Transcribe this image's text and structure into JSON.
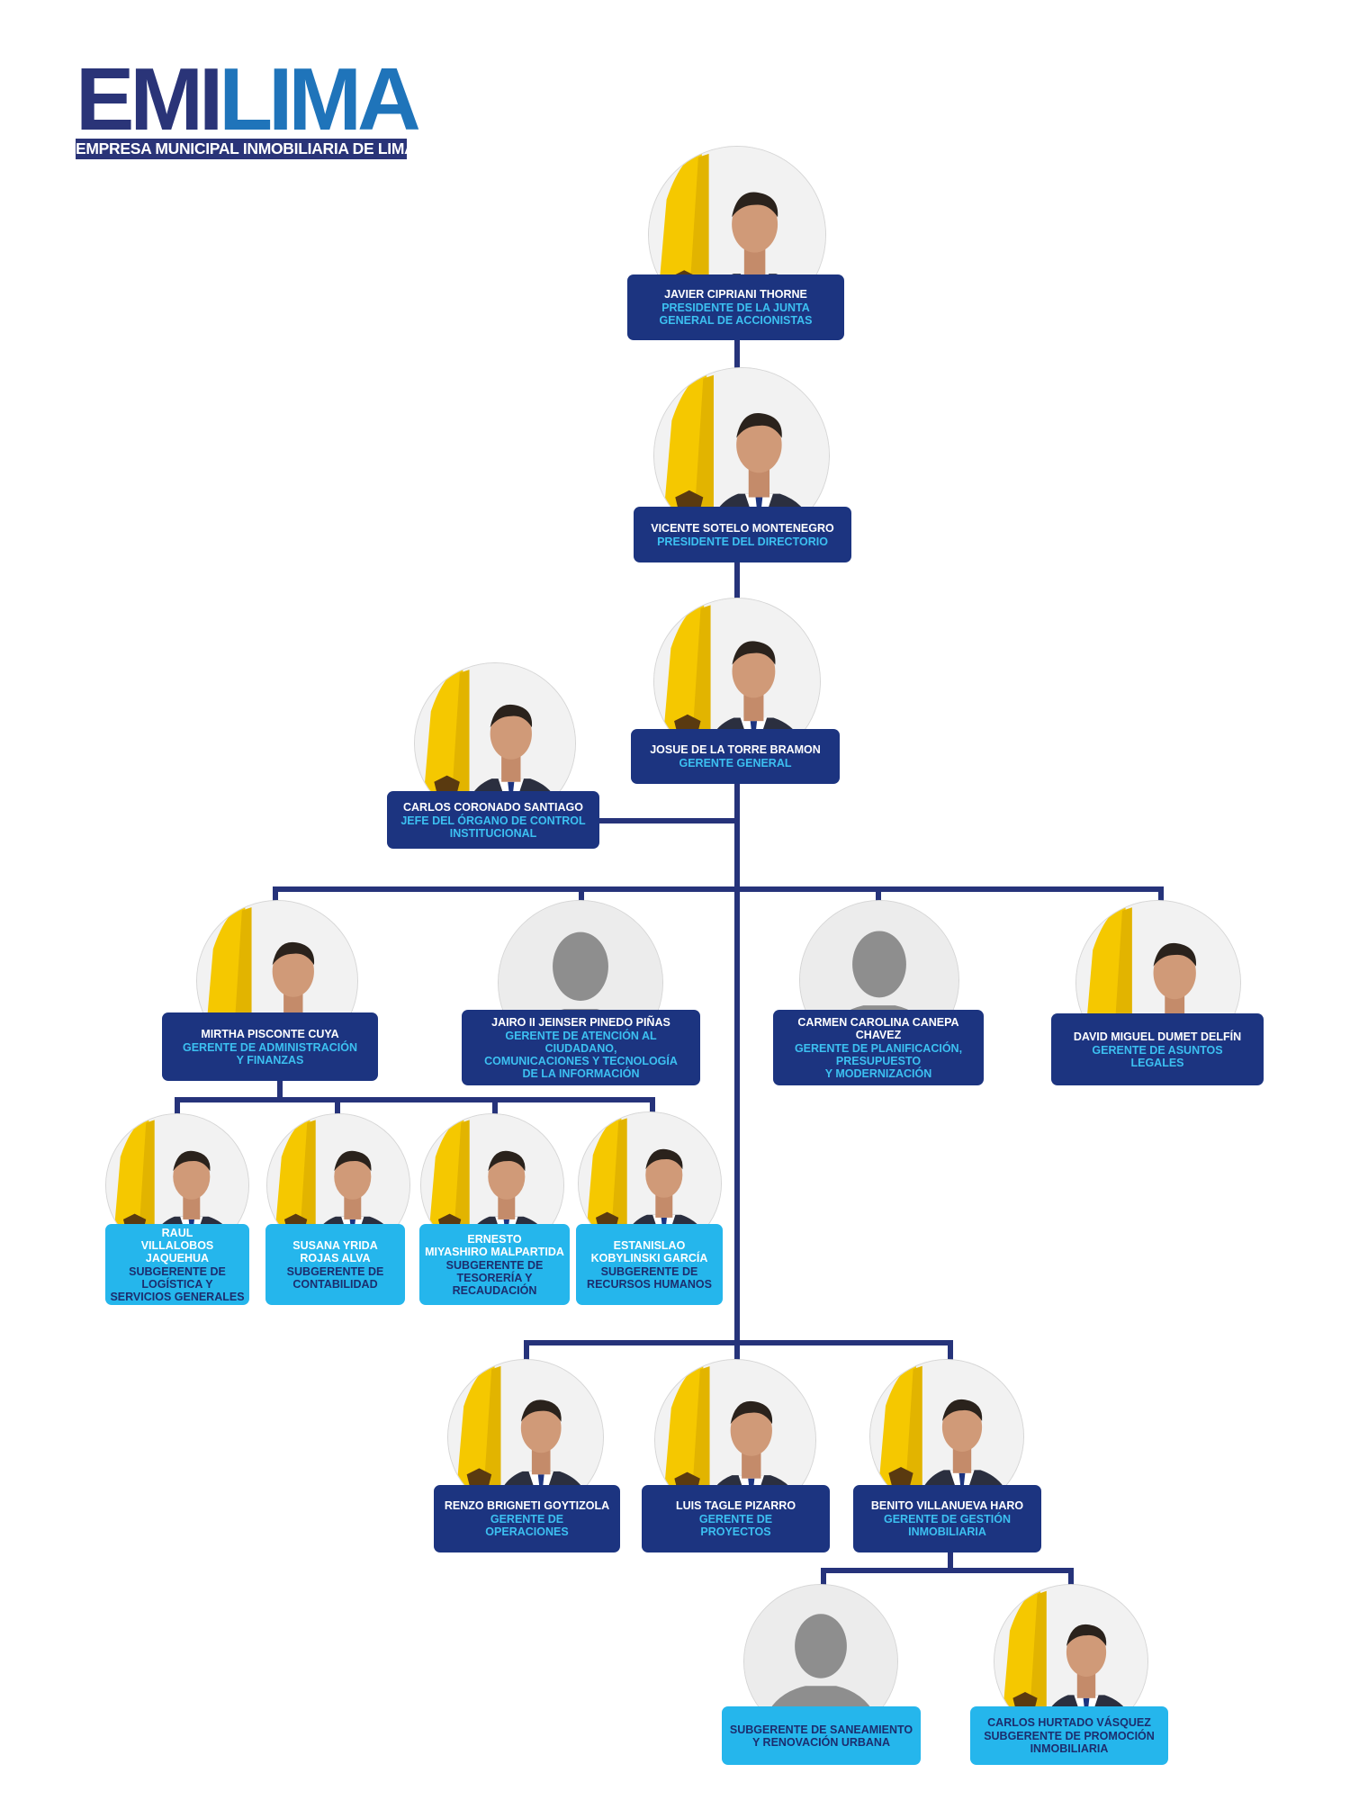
{
  "logo": {
    "emi": "EMI",
    "lima": "LIMA",
    "subtitle": "EMPRESA MUNICIPAL INMOBILIARIA DE LIMA"
  },
  "colors": {
    "navy": "#1c3480",
    "cyan": "#25b6ec",
    "flag_yellow": "#f5c800",
    "connector": "#26337a"
  },
  "people": {
    "junta": {
      "name": "JAVIER CIPRIANI THORNE",
      "role": "PRESIDENTE DE LA JUNTA\nGENERAL DE ACCIONISTAS"
    },
    "directorio": {
      "name": "VICENTE SOTELO MONTENEGRO",
      "role": "PRESIDENTE DEL DIRECTORIO"
    },
    "gerente_general": {
      "name": "JOSUE DE LA TORRE BRAMON",
      "role": "GERENTE GENERAL"
    },
    "oci": {
      "name": "CARLOS CORONADO SANTIAGO",
      "role": "JEFE DEL ÓRGANO DE CONTROL\nINSTITUCIONAL"
    },
    "admin": {
      "name": "MIRTHA PISCONTE CUYA",
      "role": "GERENTE DE ADMINISTRACIÓN\nY FINANZAS"
    },
    "atencion": {
      "name": "JAIRO II  JEINSER PINEDO PIÑAS",
      "role": "GERENTE DE ATENCIÓN AL CIUDADANO,\nCOMUNICACIONES Y TECNOLOGÍA\nDE LA INFORMACIÓN"
    },
    "planificacion": {
      "name": "CARMEN CAROLINA CANEPA CHAVEZ",
      "role": "GERENTE DE PLANIFICACIÓN,\nPRESUPUESTO\nY MODERNIZACIÓN"
    },
    "legales": {
      "name": "DAVID MIGUEL DUMET DELFÍN",
      "role": "GERENTE DE ASUNTOS\nLEGALES"
    },
    "logistica": {
      "name": "RAUL\nVILLALOBOS JAQUEHUA",
      "role": "SUBGERENTE DE\nLOGÍSTICA Y\nSERVICIOS GENERALES"
    },
    "contabilidad": {
      "name": "SUSANA YRIDA\nROJAS ALVA",
      "role": "SUBGERENTE DE\nCONTABILIDAD"
    },
    "tesoreria": {
      "name": "ERNESTO\nMIYASHIRO MALPARTIDA",
      "role": "SUBGERENTE DE\nTESORERÍA Y\nRECAUDACIÓN"
    },
    "rrhh": {
      "name": "ESTANISLAO\nKOBYLINSKI GARCÍA",
      "role": "SUBGERENTE DE\nRECURSOS HUMANOS"
    },
    "operaciones": {
      "name": "RENZO BRIGNETI GOYTIZOLA",
      "role": "GERENTE DE\nOPERACIONES"
    },
    "proyectos": {
      "name": "LUIS TAGLE PIZARRO",
      "role": "GERENTE DE\nPROYECTOS"
    },
    "gestion_inmobiliaria": {
      "name": "BENITO VILLANUEVA HARO",
      "role": "GERENTE DE GESTIÓN\nINMOBILIARIA"
    },
    "saneamiento": {
      "role": "SUBGERENTE DE SANEAMIENTO\nY RENOVACIÓN URBANA"
    },
    "promocion": {
      "name": "CARLOS HURTADO VÁSQUEZ",
      "role": "SUBGERENTE DE PROMOCIÓN\nINMOBILIARIA"
    }
  }
}
